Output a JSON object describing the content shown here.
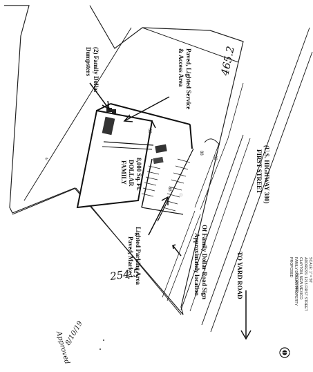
{
  "top_dimension": "465.2",
  "bottom_dimension": "254.5",
  "labels": {
    "dumpsters": [
      "(2) Family Dollar",
      "Dumpsters"
    ],
    "service_area": [
      "Paved, Lighted Service",
      "& Access Area"
    ],
    "store": [
      "FAMILY",
      "DOLLAR",
      "8,000 Sq. Ft."
    ],
    "parking": [
      "Paved, Marked,",
      "Lighted Parking Area"
    ],
    "sign": [
      "Approximately location",
      "Of Family Dollar Road Sign"
    ],
    "street": [
      "FIRST STREET",
      "(U.S. HIGHWAY 380)"
    ],
    "yard_road": "TO YARD ROAD",
    "title_block": [
      "PROPOSED",
      "FAMILY DOLLAR PROPERTY",
      "CLAYTON, NEW MEXICO",
      "ADDRESS: 1215 FIRST STREET",
      "SCALE: 1\" = 50'"
    ],
    "proposed": "PROPOSED",
    "signature_note": [
      "Approved",
      "8/10/19"
    ]
  }
}
